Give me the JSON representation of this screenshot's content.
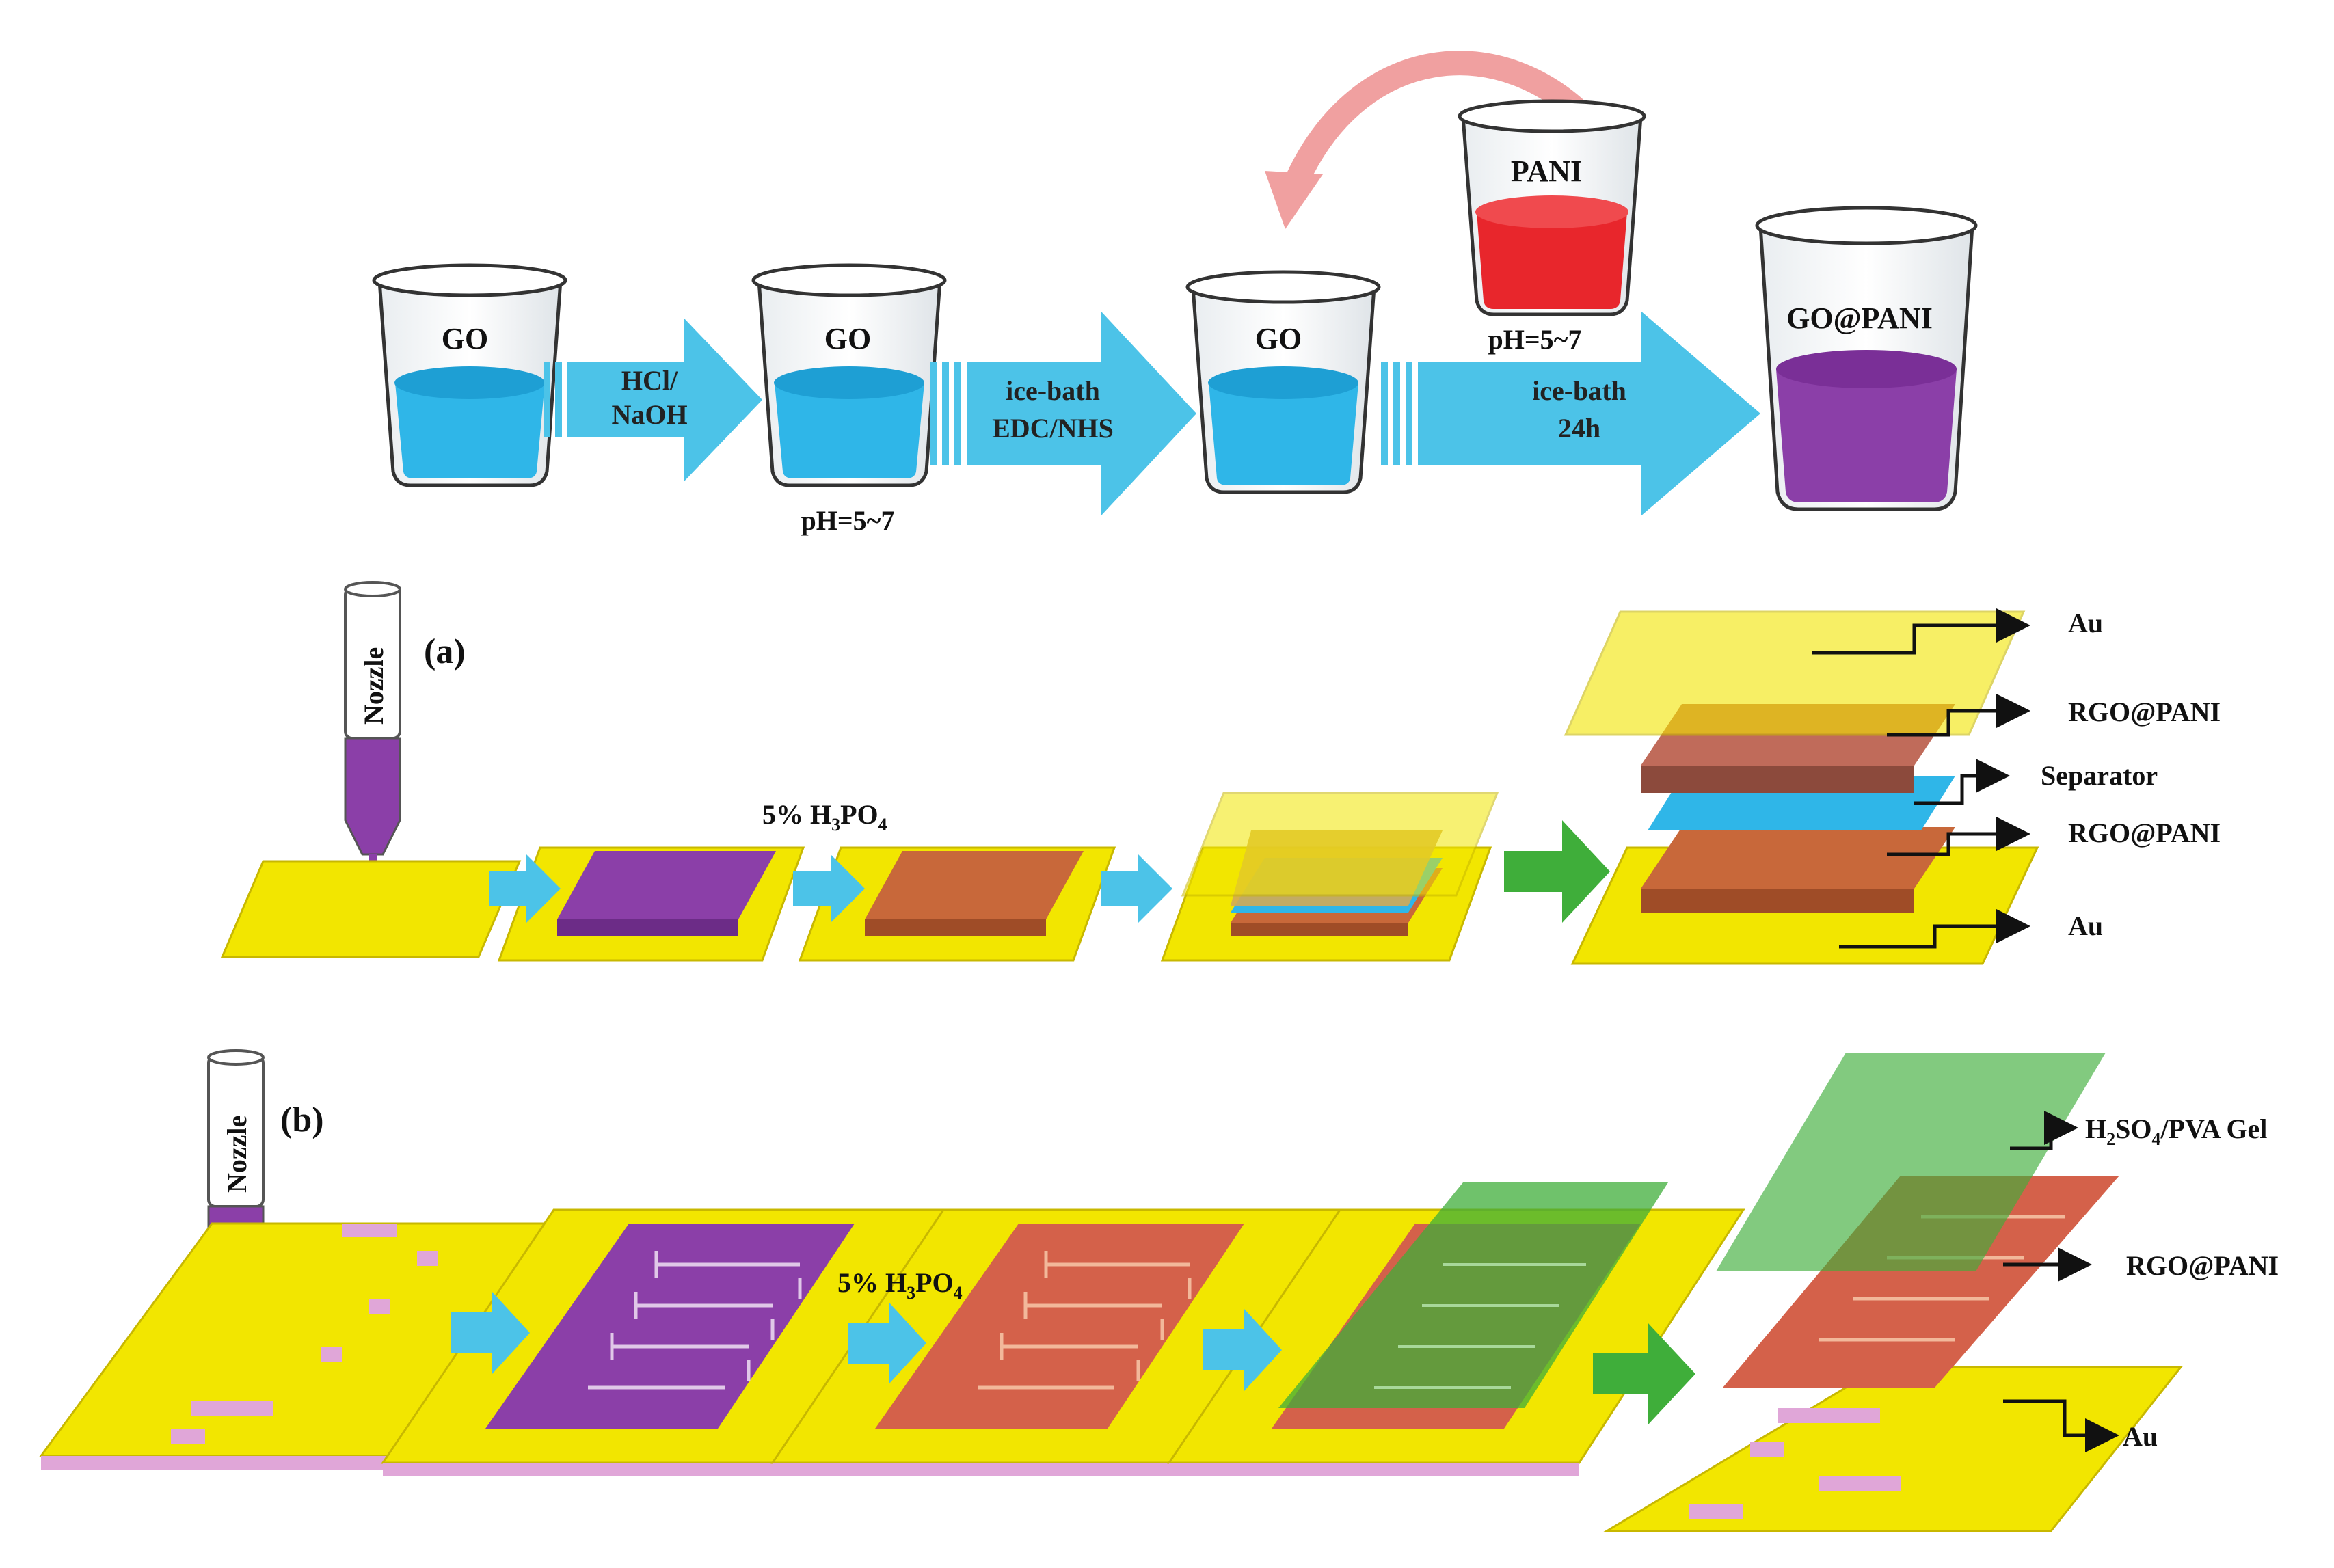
{
  "synthesis": {
    "beakers": [
      "GO",
      "GO",
      "GO",
      "PANI",
      "GO@PANI"
    ],
    "arrows": [
      {
        "line1": "HCl/",
        "line2": "NaOH"
      },
      {
        "line1": "ice-bath",
        "line2": "EDC/NHS"
      },
      {
        "line1": "ice-bath",
        "line2": "24h"
      }
    ],
    "ph_labels": [
      "pH=5~7",
      "pH=5~7"
    ]
  },
  "panel_a": {
    "label": "(a)",
    "nozzle": "Nozzle",
    "acid": "5% H",
    "acid_sub1": "3",
    "acid_mid": "PO",
    "acid_sub2": "4",
    "layers": [
      "Au",
      "RGO@PANI",
      "Separator",
      "RGO@PANI",
      "Au"
    ]
  },
  "panel_b": {
    "label": "(b)",
    "nozzle": "Nozzle",
    "acid": "5% H",
    "acid_sub1": "3",
    "acid_mid": "PO",
    "acid_sub2": "4",
    "gel_pre": "H",
    "gel_sub1": "2",
    "gel_mid": "SO",
    "gel_sub2": "4",
    "gel_post": "/PVA Gel",
    "layers": [
      "RGO@PANI",
      "Au"
    ]
  },
  "colors": {
    "water": "#2fb6e8",
    "arrow": "#4cc3e8",
    "green_arrow": "#3fae3a",
    "gold": "#f2e600",
    "purple": "#8b3fa8",
    "orange": "#c8683a",
    "pani_red": "#e8262c",
    "gel_green": "#5fbf5a",
    "pink": "#e0a6d8"
  }
}
